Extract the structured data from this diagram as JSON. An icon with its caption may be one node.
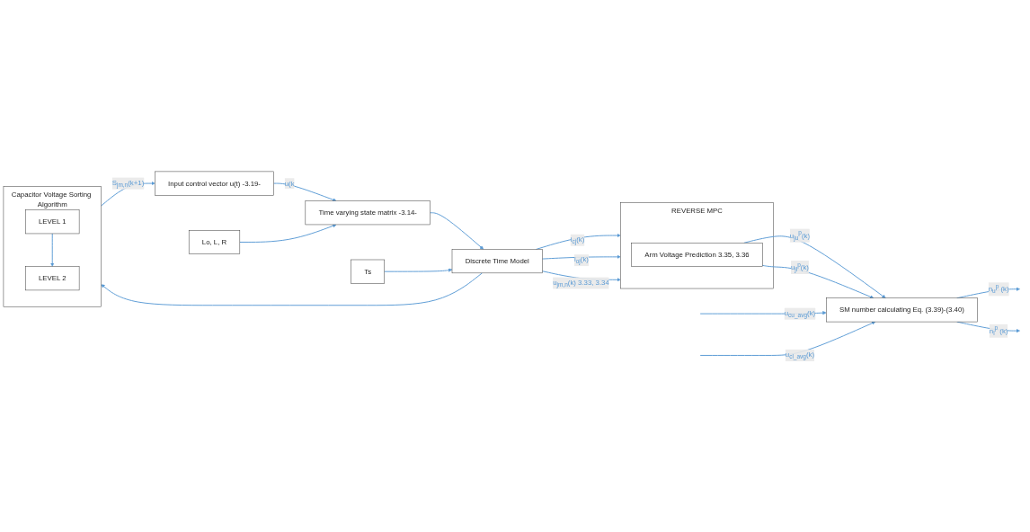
{
  "diagram": {
    "nodes": [
      {
        "text": [
          "Discrete Time Model"
        ]
      },
      {
        "text": [
          "REVERSE MPC"
        ]
      },
      {
        "text": [
          "Arm Voltage Prediction 3.35, 3.36"
        ],
        "in": 1
      },
      {
        "text": [
          "SM number calculating Eq. (3.39)-(3.40)"
        ]
      },
      {
        "text": [
          "Capacitor Voltage Sorting Algorithm"
        ]
      },
      {
        "text": [
          "LEVEL 2"
        ],
        "in": 4
      },
      {
        "text": [
          "LEVEL 1"
        ],
        "in": 4
      },
      {
        "text": [
          "Input control vector u(t) -3.19-"
        ]
      },
      {
        "text": [
          "Time varying state matrix -3.14-"
        ]
      },
      {
        "text": [
          "Ts"
        ]
      },
      {
        "text": [
          "Lo, L, R"
        ]
      }
    ],
    "edges": [
      {
        "from": 0,
        "to": 1,
        "arrow": "to",
        "label": "i$_{cj}$(k)"
      },
      {
        "from": 0,
        "to": 1,
        "arrow": "to",
        "label": "i$_{oj}$(k)"
      },
      {
        "from": 0,
        "to": 1,
        "arrow": "to",
        "label": "u$_{jm,n}$(k) 3.33, 3.34"
      },
      {
        "from": 0,
        "to": 4,
        "arrow": "to"
      },
      {
        "from": 2,
        "to": 3,
        "arrow": "to",
        "label": "u$_{ju}$$^{p}$(k)"
      },
      {
        "from": 2,
        "to": 3,
        "arrow": "to",
        "label": "u$_{jl}$$^{p}$(k)"
      },
      {
        "from": null,
        "to": 3,
        "arrow": "to",
        "label": "u$_{cu_avg}$(k)"
      },
      {
        "from": null,
        "to": 3,
        "arrow": "to",
        "label": "u$_{cl_avg}$(k)"
      },
      {
        "from": 3,
        "to": null,
        "arrow": "to",
        "label": "n$_{u}$$^{p}$ (k)"
      },
      {
        "from": 3,
        "to": null,
        "arrow": "to",
        "label": "n$_{l}$$^{p}$ (k)"
      },
      {
        "from": 6,
        "to": 5,
        "arrow": "to"
      },
      {
        "from": 4,
        "to": 7,
        "arrow": "to",
        "label": "S$_{jm,n}$(k+1)"
      },
      {
        "from": 7,
        "to": 8,
        "arrow": "to",
        "label": "u(k"
      },
      {
        "from": 8,
        "to": 0,
        "arrow": "to"
      },
      {
        "from": 9,
        "to": 0,
        "arrow": "to"
      },
      {
        "from": 10,
        "to": 8,
        "arrow": "to"
      }
    ]
  }
}
